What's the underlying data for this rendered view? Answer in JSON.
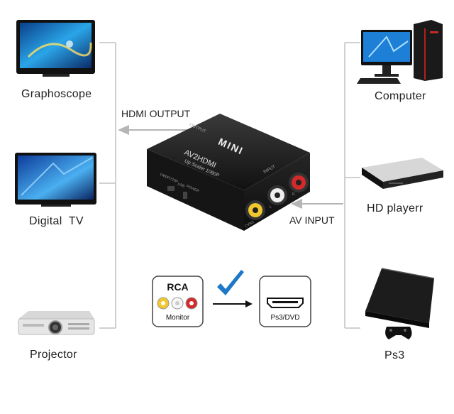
{
  "left_devices": [
    {
      "label": "Graphoscope",
      "icon": "tv-icon"
    },
    {
      "label": "Digital  TV",
      "icon": "tv-icon"
    },
    {
      "label": "Projector",
      "icon": "projector-icon"
    }
  ],
  "right_devices": [
    {
      "label": "Computer",
      "icon": "computer-icon"
    },
    {
      "label": "HD playerr",
      "icon": "hd-player-icon"
    },
    {
      "label": "Ps3",
      "icon": "ps3-icon"
    }
  ],
  "hdmi_output_label": "HDMI OUTPUT",
  "av_input_label": "AV INPUT",
  "device": {
    "brand": "MINI",
    "model": "AV2HDMI",
    "subtitle": "Up Scaler 1080P",
    "output_port_label": "OUTPUT",
    "input_port_label": "INPUT",
    "switch_labels": [
      "1080P/720P",
      "USB",
      "POWER"
    ],
    "cvbs_label": "CVBS",
    "port_letters": [
      "L",
      "R"
    ]
  },
  "legend": {
    "rca_title": "RCA",
    "rca_caption": "Monitor",
    "hdmi_caption": "Ps3/DVD"
  },
  "colors": {
    "line": "#b8b8b8",
    "device_body": "#1a1a1a",
    "check": "#1e78c8",
    "rca_yellow": "#f2c72e",
    "rca_white": "#f0f0f0",
    "rca_red": "#d22a2a"
  }
}
